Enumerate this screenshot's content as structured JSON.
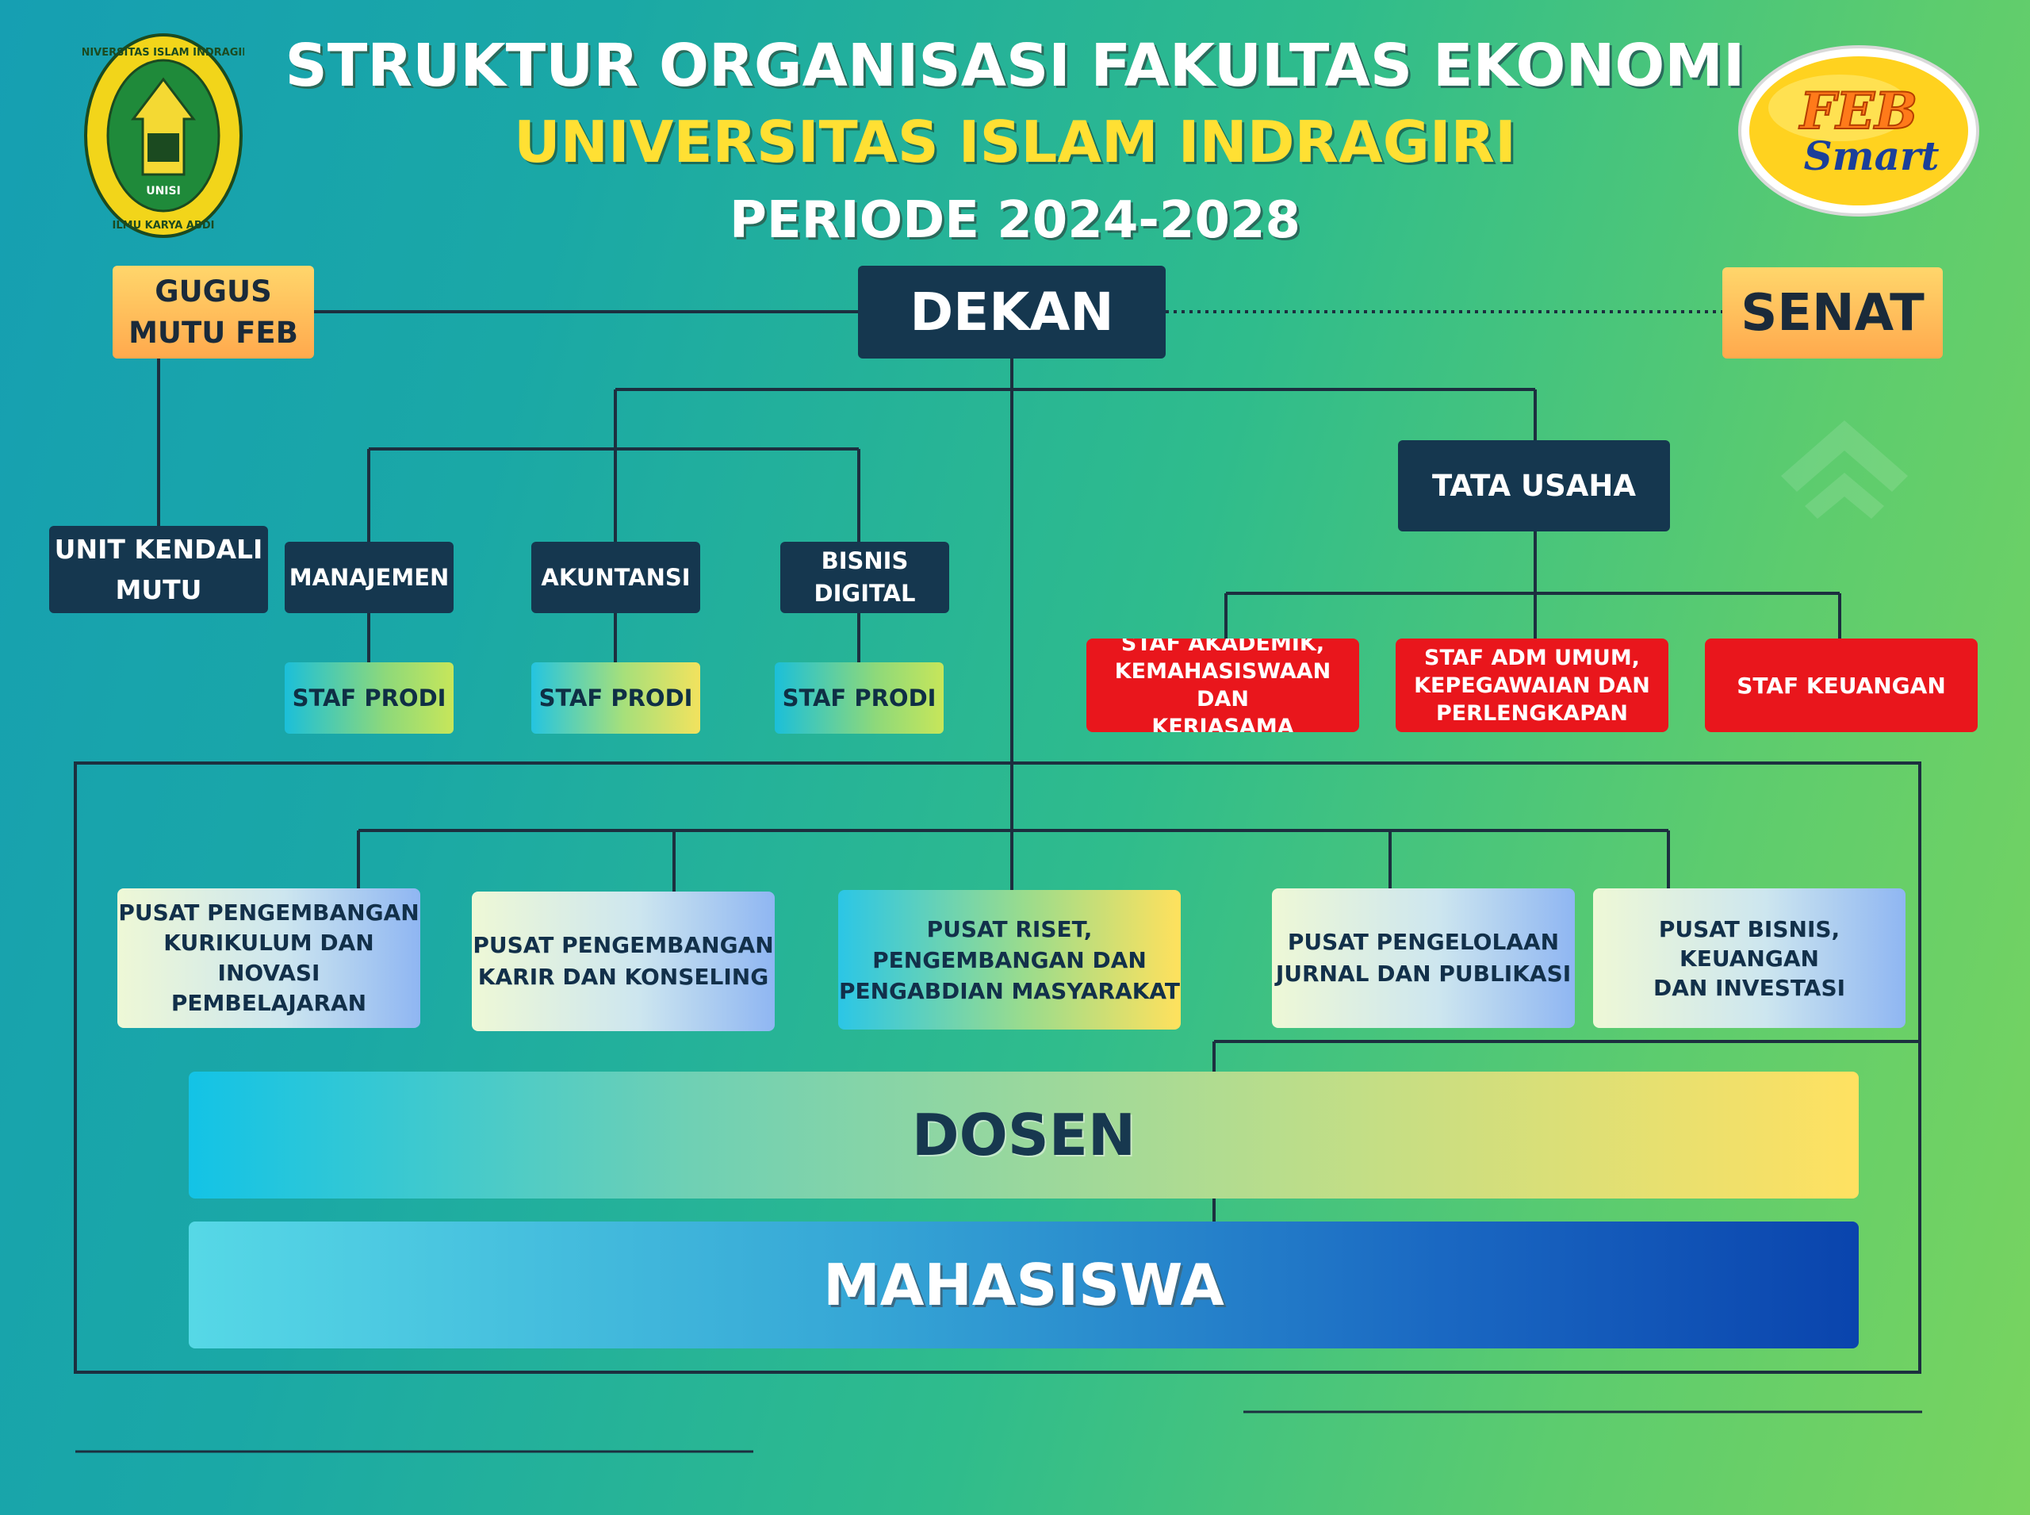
{
  "header": {
    "title": "STRUKTUR ORGANISASI FAKULTAS EKONOMI",
    "university": "UNIVERSITAS ISLAM INDRAGIRI",
    "period": "PERIODE 2024-2028"
  },
  "logos": {
    "left_seal_text_top": "UNIVERSITAS ISLAM INDRAGIRI",
    "left_seal_text_bottom": "ILMU KARYA ABDI",
    "left_seal_inner": "UNISI",
    "right_badge_line1": "FEB",
    "right_badge_line2": "Smart"
  },
  "nodes": {
    "dekan": "DEKAN",
    "gugus_mutu": "GUGUS\nMUTU FEB",
    "senat": "SENAT",
    "unit_kendali_mutu": "UNIT KENDALI\nMUTU",
    "manajemen": "MANAJEMEN",
    "akuntansi": "AKUNTANSI",
    "bisnis_digital": "BISNIS\nDIGITAL",
    "tata_usaha": "TATA USAHA",
    "staf_prodi": [
      "STAF PRODI",
      "STAF PRODI",
      "STAF PRODI"
    ],
    "staf_akademik": "STAF AKADEMIK,\nKEMAHASISWAAN DAN\nKERJASAMA",
    "staf_adm": "STAF ADM UMUM,\nKEPEGAWAIAN DAN\nPERLENGKAPAN",
    "staf_keuangan": "STAF KEUANGAN"
  },
  "pusat": [
    "PUSAT PENGEMBANGAN\nKURIKULUM DAN INOVASI\nPEMBELAJARAN",
    "PUSAT PENGEMBANGAN\nKARIR DAN KONSELING",
    "PUSAT RISET,\nPENGEMBANGAN DAN\nPENGABDIAN MASYARAKAT",
    "PUSAT PENGELOLAAN\nJURNAL DAN PUBLIKASI",
    "PUSAT BISNIS, KEUANGAN\nDAN INVESTASI"
  ],
  "bands": {
    "dosen": "DOSEN",
    "mahasiswa": "MAHASISWA"
  },
  "colors": {
    "dark_box": "#15374f",
    "staff_red": "#e9161c",
    "title_yellow": "#ffe033",
    "line": "#1c2f3f"
  }
}
